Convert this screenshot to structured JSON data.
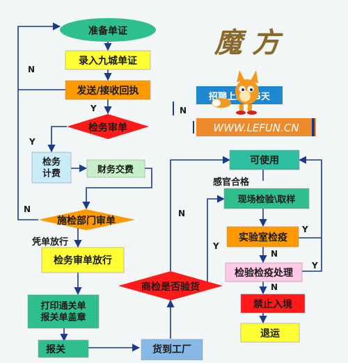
{
  "logo": {
    "title": "魔 方",
    "caption": "招聘上线0.5天",
    "website": "WWW.LEFUN.CN"
  },
  "colors": {
    "bg": "#f3f6f6",
    "green_fill": "#2fbf8f",
    "yellow_fill": "#ffff33",
    "orange_fill": "#ff9900",
    "red_fill": "#ff1a1a",
    "blue_fill": "#88b8e8",
    "light_green_fill": "#c8f0c8",
    "pink_fill": "#ffc8e6",
    "teal_fill": "#2fbfa0",
    "arrow": "#1a3a8a"
  },
  "nodes": {
    "prepare": "准备单证",
    "enter": "录入九城单证",
    "send": "发送/接收回执",
    "review": "检务审单",
    "fee": "检务\n计费",
    "finance": "财务交费",
    "dept_review": "施检部门审单",
    "release": "检务审单放行",
    "print": "打印通关单\n报关单盖章",
    "declare": "报关",
    "arrive": "货到工厂",
    "inspect_q": "商检是否验货",
    "usable": "可使用",
    "onsite": "现场检验\\取样",
    "lab": "实验室检疫",
    "process": "检验检疫处理",
    "ban": "禁止入境",
    "return": "退运"
  },
  "edge_labels": {
    "n1": "N",
    "y1": "Y",
    "y2": "Y",
    "n2": "N",
    "n3": "N",
    "n4": "N",
    "y3": "Y",
    "y4": "Y",
    "n5": "N",
    "y5": "Y",
    "n6": "N",
    "sensory": "感官合格",
    "voucher": "凭单放行"
  }
}
